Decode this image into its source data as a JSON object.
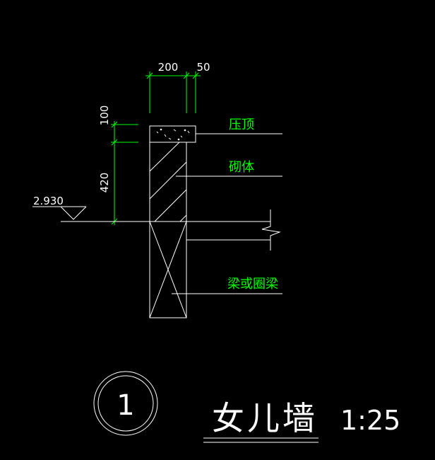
{
  "dimensions": {
    "width_wall": "200",
    "width_overhang": "50",
    "height_coping": "100",
    "height_masonry": "420"
  },
  "elevation": {
    "value": "2.930"
  },
  "labels": {
    "coping": "压顶",
    "masonry": "砌体",
    "beam": "梁或圈梁"
  },
  "title": {
    "detail_number": "1",
    "name": "女儿墙",
    "scale": "1:25"
  },
  "colors": {
    "background": "#000000",
    "linework": "#ffffff",
    "dimension_lines": "#00ff00",
    "annotation_text": "#00ff00"
  }
}
